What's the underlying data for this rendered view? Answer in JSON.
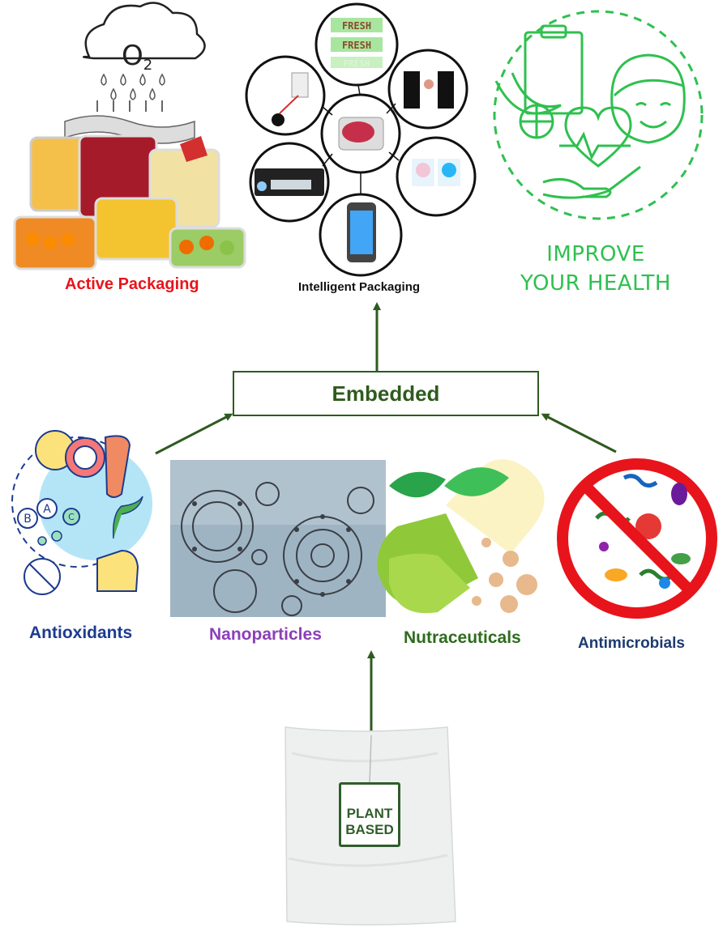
{
  "panels": {
    "active_packaging": {
      "label": "Active Packaging",
      "o2_text": "O",
      "o2_sub": "2",
      "color": "#e8141b"
    },
    "intelligent_packaging": {
      "label": "Intelligent Packaging",
      "fresh_labels": [
        "FRESH",
        "FRESH",
        "FRESH"
      ],
      "color": "#111111"
    },
    "health": {
      "line1": "IMPROVE",
      "line2": "YOUR HEALTH",
      "color": "#2fc04f"
    }
  },
  "center": {
    "label": "Embedded",
    "color": "#2e5b1e"
  },
  "bottom_row": [
    {
      "label": "Antioxidants",
      "color": "#1d3b8f",
      "vitamins": [
        "B",
        "A",
        "C"
      ]
    },
    {
      "label": "Nanoparticles",
      "color": "#8b3fb8"
    },
    {
      "label": "Nutraceuticals",
      "color": "#2e6b1e"
    },
    {
      "label": "Antimicrobials",
      "color": "#1d3b6f"
    }
  ],
  "base": {
    "tag_line1": "PLANT",
    "tag_line2": "BASED",
    "color": "#2f5d2a"
  },
  "colors": {
    "arrow": "#2e5b1e"
  }
}
